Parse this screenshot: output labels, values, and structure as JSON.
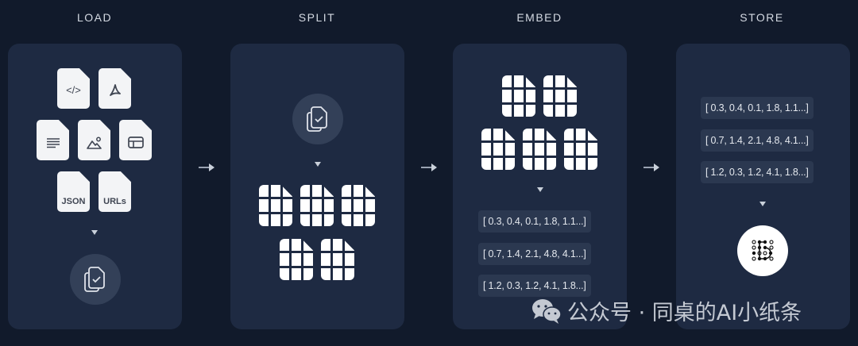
{
  "stages": [
    {
      "title": "LOAD"
    },
    {
      "title": "SPLIT"
    },
    {
      "title": "EMBED"
    },
    {
      "title": "STORE"
    }
  ],
  "load": {
    "sources": [
      {
        "icon": "code-file-icon",
        "label": "</>"
      },
      {
        "icon": "pdf-file-icon",
        "label": ""
      },
      {
        "icon": "text-file-icon",
        "label": ""
      },
      {
        "icon": "image-file-icon",
        "label": ""
      },
      {
        "icon": "table-file-icon",
        "label": ""
      },
      {
        "icon": "json-file-icon",
        "label": "JSON"
      },
      {
        "icon": "urls-file-icon",
        "label": "URLs"
      }
    ],
    "output_icon": "documents-check-icon"
  },
  "split": {
    "input_icon": "documents-check-icon",
    "chunk_count": 5
  },
  "embed": {
    "chunk_count": 5,
    "vectors": [
      "[ 0.3, 0.4, 0.1, 1.8, 1.1...]",
      "[ 0.7, 1.4, 2.1, 4.8, 4.1...]",
      "[ 1.2, 0.3, 1.2, 4.1, 1.8...]"
    ]
  },
  "store": {
    "vectors": [
      "[ 0.3, 0.4, 0.1, 1.8, 1.1...]",
      "[ 0.7, 1.4, 2.1, 4.8, 4.1...]",
      "[ 1.2, 0.3, 1.2, 4.1, 1.8...]"
    ],
    "output_icon": "vector-store-icon"
  },
  "watermark": {
    "icon": "wechat-icon",
    "text": "公众号 · 同桌的AI小纸条"
  },
  "colors": {
    "background": "#111a2b",
    "panel": "#1e2a42",
    "chip": "#2b3850",
    "text": "#e4e8ee"
  }
}
